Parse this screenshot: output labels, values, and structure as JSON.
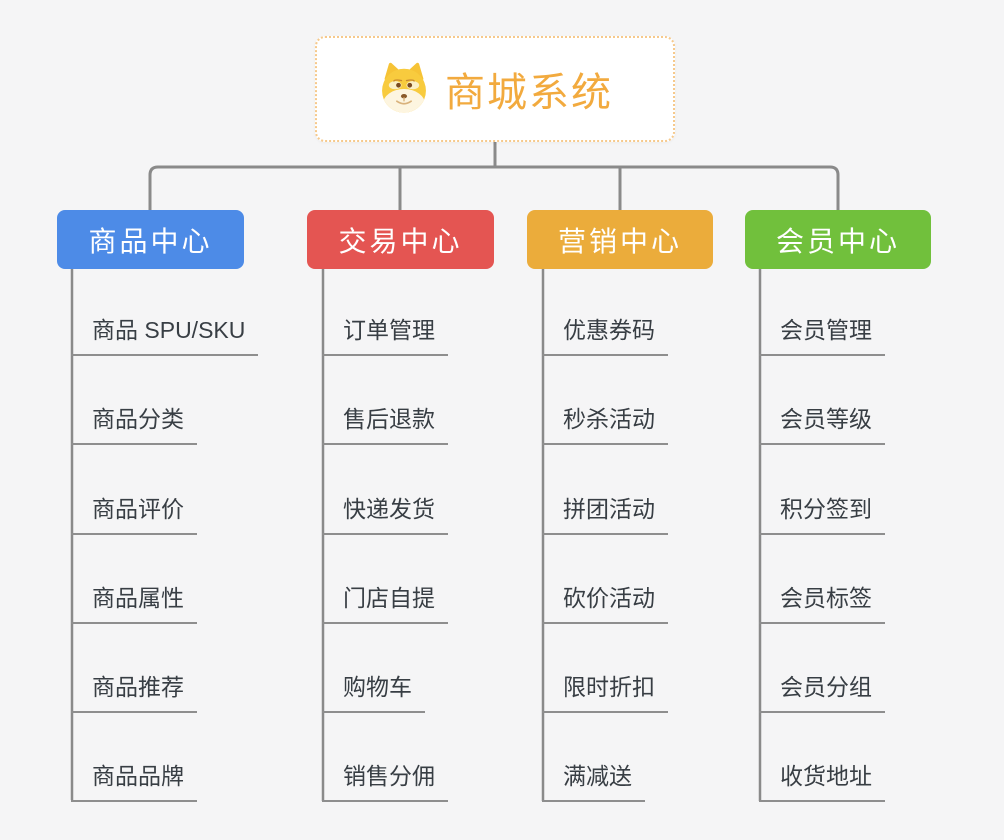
{
  "root": {
    "title": "商城系统",
    "icon": "doge-face-icon"
  },
  "colors": {
    "background": "#F5F5F6",
    "connector_line": "#8A8A8A",
    "leaf_underline": "#8E8E8E",
    "root_border": "#F6C98C",
    "root_text": "#F2AA3E",
    "branch_product": "#4D8BE7",
    "branch_trade": "#E45552",
    "branch_marketing": "#EBAC3B",
    "branch_member": "#71C03C"
  },
  "branches": [
    {
      "label": "商品中心",
      "color": "#4D8BE7",
      "children": [
        "商品 SPU/SKU",
        "商品分类",
        "商品评价",
        "商品属性",
        "商品推荐",
        "商品品牌"
      ]
    },
    {
      "label": "交易中心",
      "color": "#E45552",
      "children": [
        "订单管理",
        "售后退款",
        "快递发货",
        "门店自提",
        "购物车",
        "销售分佣"
      ]
    },
    {
      "label": "营销中心",
      "color": "#EBAC3B",
      "children": [
        "优惠券码",
        "秒杀活动",
        "拼团活动",
        "砍价活动",
        "限时折扣",
        "满减送"
      ]
    },
    {
      "label": "会员中心",
      "color": "#71C03C",
      "children": [
        "会员管理",
        "会员等级",
        "积分签到",
        "会员标签",
        "会员分组",
        "收货地址"
      ]
    }
  ]
}
